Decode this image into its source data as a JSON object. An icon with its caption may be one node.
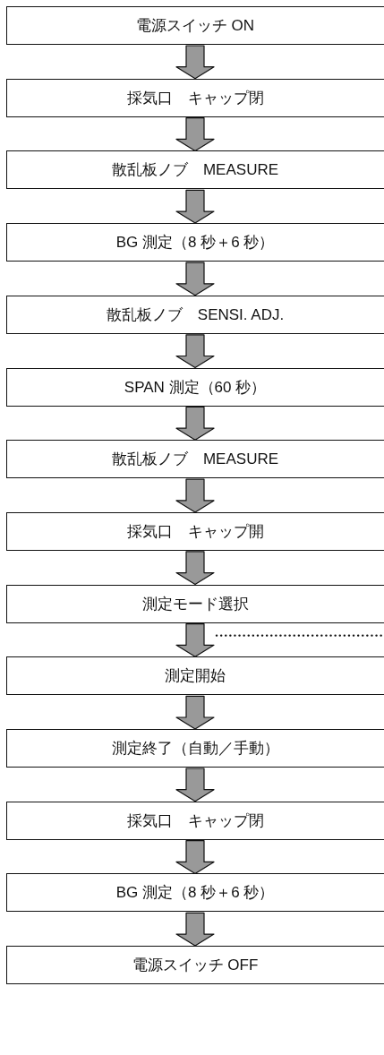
{
  "diagram": {
    "nodes": [
      {
        "text": [
          "電源スイッチ ON"
        ]
      },
      {
        "text": [
          "採気口　キャップ閉"
        ]
      },
      {
        "text": [
          "散乱板ノブ　MEASURE"
        ]
      },
      {
        "text": [
          "BG 測定（8 秒＋6 秒）"
        ]
      },
      {
        "text": [
          "散乱板ノブ　SENSI. ADJ."
        ]
      },
      {
        "text": [
          "SPAN 測定（60 秒）"
        ]
      },
      {
        "text": [
          "散乱板ノブ　MEASURE"
        ]
      },
      {
        "text": [
          "採気口　キャップ開"
        ]
      },
      {
        "text": [
          "測定モード選択"
        ]
      },
      {
        "text": [
          "測定開始"
        ]
      },
      {
        "text": [
          "測定終了（自動／手動）"
        ]
      },
      {
        "text": [
          "採気口　キャップ閉"
        ]
      },
      {
        "text": [
          "BG 測定（8 秒＋6 秒）"
        ]
      },
      {
        "text": [
          "電源スイッチ OFF"
        ]
      }
    ],
    "edges": [
      {
        "from": 0,
        "to": 1,
        "arrow": "to"
      },
      {
        "from": 1,
        "to": 2,
        "arrow": "to"
      },
      {
        "from": 2,
        "to": 3,
        "arrow": "to"
      },
      {
        "from": 3,
        "to": 4,
        "arrow": "to"
      },
      {
        "from": 4,
        "to": 5,
        "arrow": "to"
      },
      {
        "from": 5,
        "to": 6,
        "arrow": "to"
      },
      {
        "from": 6,
        "to": 7,
        "arrow": "to"
      },
      {
        "from": 7,
        "to": 8,
        "arrow": "to"
      },
      {
        "from": 8,
        "to": 9,
        "arrow": "to"
      },
      {
        "from": 8,
        "to": null,
        "arrow": "none",
        "style": "dashed"
      },
      {
        "from": 9,
        "to": 10,
        "arrow": "to"
      },
      {
        "from": 10,
        "to": 11,
        "arrow": "to"
      },
      {
        "from": 11,
        "to": 12,
        "arrow": "to"
      },
      {
        "from": 12,
        "to": 13,
        "arrow": "to"
      }
    ]
  }
}
